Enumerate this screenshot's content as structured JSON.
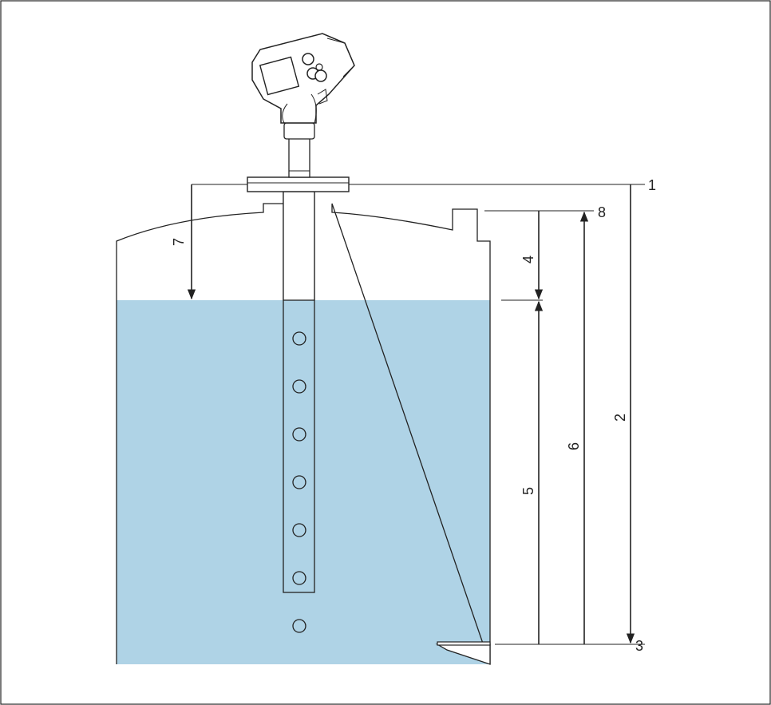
{
  "labels": {
    "l1": "1",
    "l2": "2",
    "l3": "3",
    "l4": "4",
    "l5": "5",
    "l6": "6",
    "l7": "7",
    "l8": "8"
  },
  "colors": {
    "liquid": "#afd3e6",
    "outline": "#222222",
    "background": "#ffffff"
  },
  "still_pipe_hole_count": 7
}
